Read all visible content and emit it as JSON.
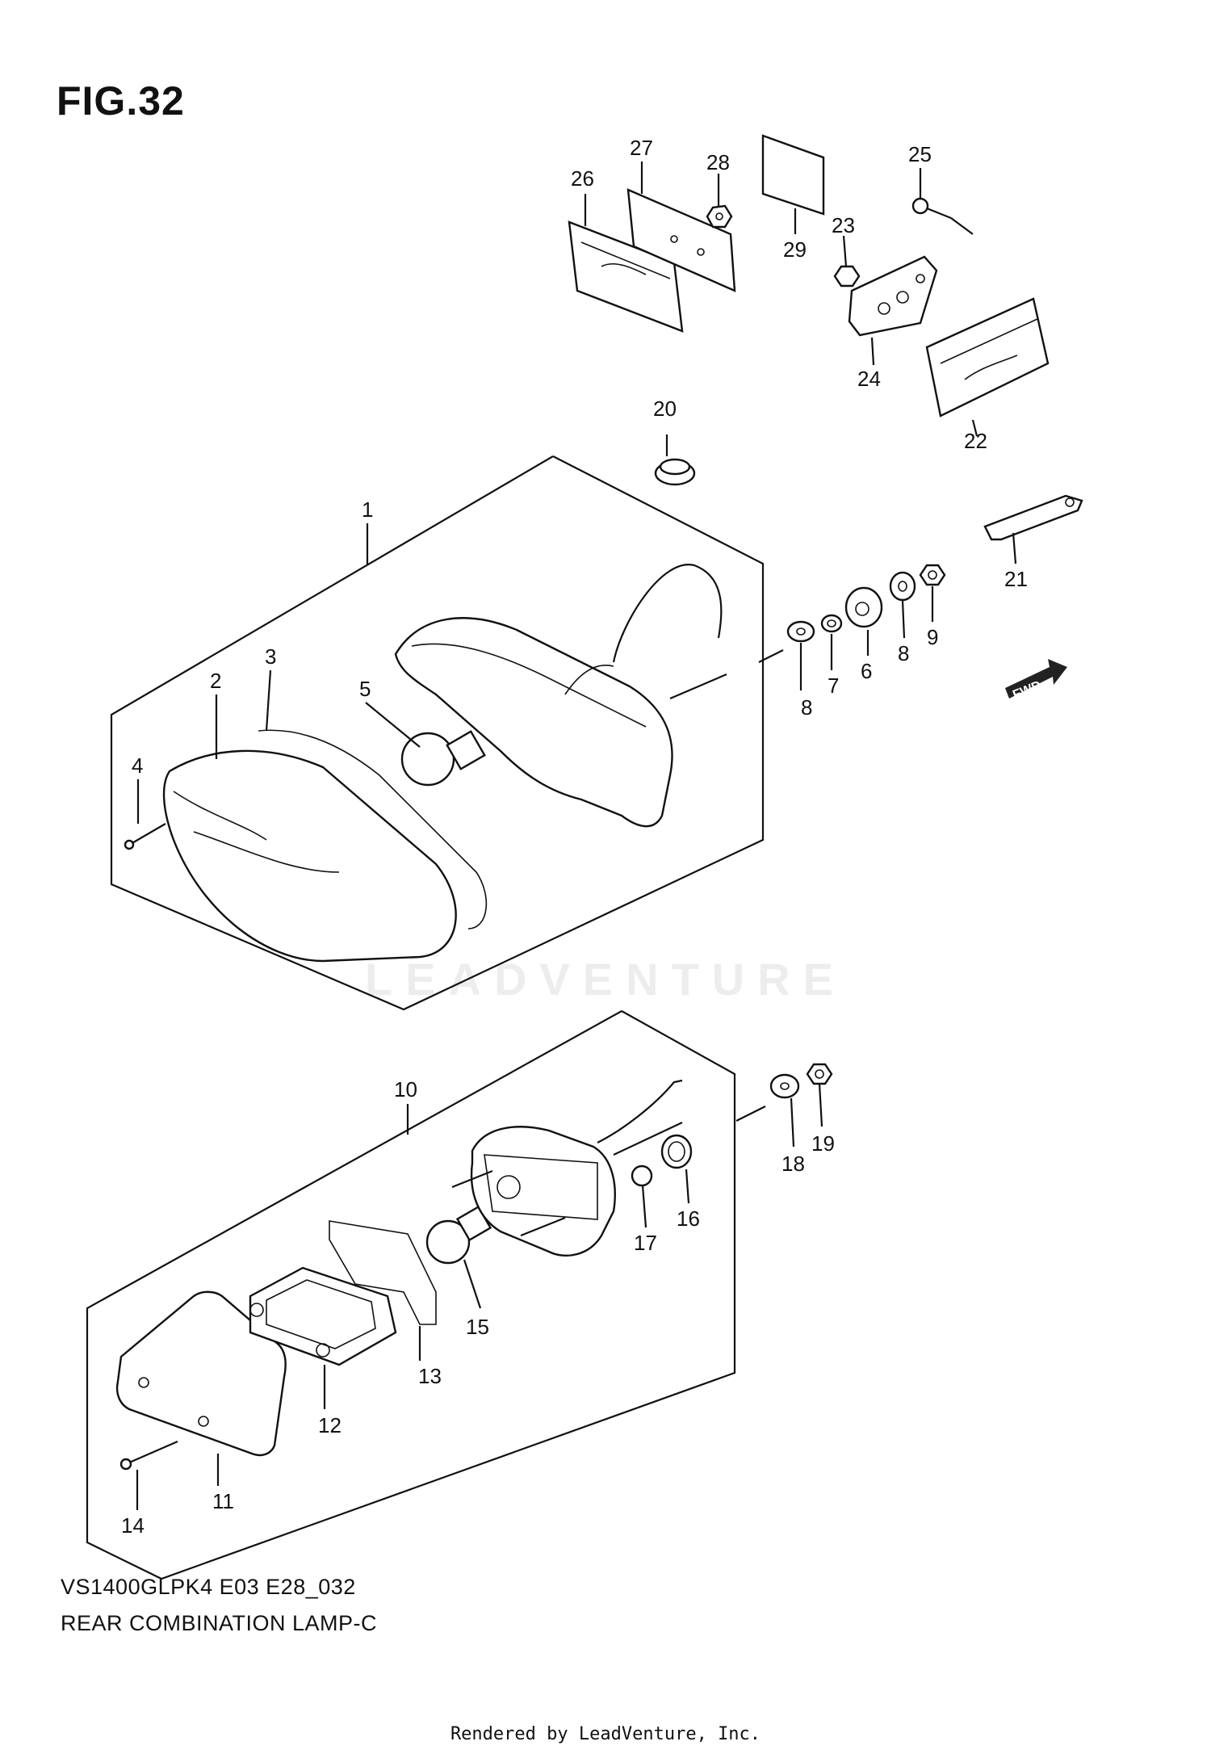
{
  "figure": {
    "title": "FIG.32",
    "model_code": "VS1400GLPK4 E03 E28_032",
    "caption": "REAR COMBINATION LAMP-C",
    "credit": "Rendered by LeadVenture, Inc.",
    "watermark": "LEADVENTURE",
    "badge": "FWD"
  },
  "callouts": {
    "c1": "1",
    "c2": "2",
    "c3": "3",
    "c4": "4",
    "c5": "5",
    "c6": "6",
    "c7": "7",
    "c8a": "8",
    "c8b": "8",
    "c9": "9",
    "c10": "10",
    "c11": "11",
    "c12": "12",
    "c13": "13",
    "c14": "14",
    "c15": "15",
    "c16": "16",
    "c17": "17",
    "c18": "18",
    "c19": "19",
    "c20": "20",
    "c21": "21",
    "c22": "22",
    "c23": "23",
    "c24": "24",
    "c25": "25",
    "c26": "26",
    "c27": "27",
    "c28": "28",
    "c29": "29"
  }
}
